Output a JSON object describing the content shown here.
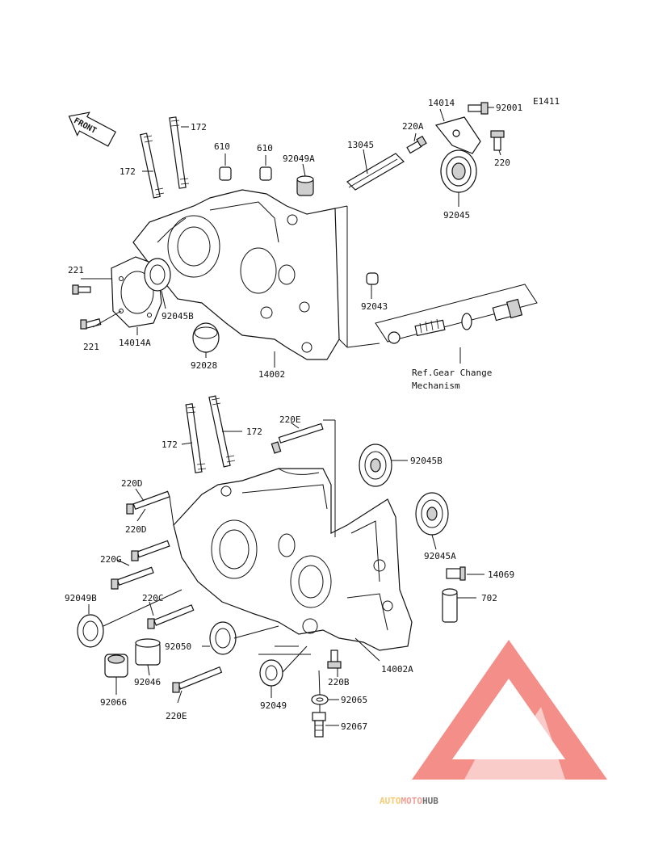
{
  "diagram_code": "E1411",
  "front_label": "FRONT",
  "labels": {
    "p14014": "14014",
    "p92001": "92001",
    "p220a": "220A",
    "p220": "220",
    "p13045": "13045",
    "p172_t1": "172",
    "p172_t2": "172",
    "p610_1": "610",
    "p610_2": "610",
    "p92049a": "92049A",
    "p92045": "92045",
    "p221_1": "221",
    "p221_2": "221",
    "p92045b_1": "92045B",
    "p14014a": "14014A",
    "p92028": "92028",
    "p14002": "14002",
    "p92043": "92043",
    "ref_line1": "Ref.Gear Change",
    "ref_line2": "Mechanism",
    "p220e_1": "220E",
    "p172_b1": "172",
    "p172_b2": "172",
    "p92045b_2": "92045B",
    "p220d_1": "220D",
    "p220d_2": "220D",
    "p220g": "220G",
    "p92045a": "92045A",
    "p14069": "14069",
    "p92049b": "92049B",
    "p220c": "220C",
    "p702": "702",
    "p92050": "92050",
    "p220b": "220B",
    "p14002a": "14002A",
    "p92046": "92046",
    "p92065": "92065",
    "p92066": "92066",
    "p92049": "92049",
    "p220e_2": "220E",
    "p92067": "92067"
  },
  "watermark": {
    "part1": "AUTO",
    "part2": "MOTO",
    "part3": "HUB",
    "colors": {
      "auto": "#f7c35a",
      "moto": "#f08f86",
      "hub": "#555555",
      "triangle": "#f27b74"
    }
  }
}
